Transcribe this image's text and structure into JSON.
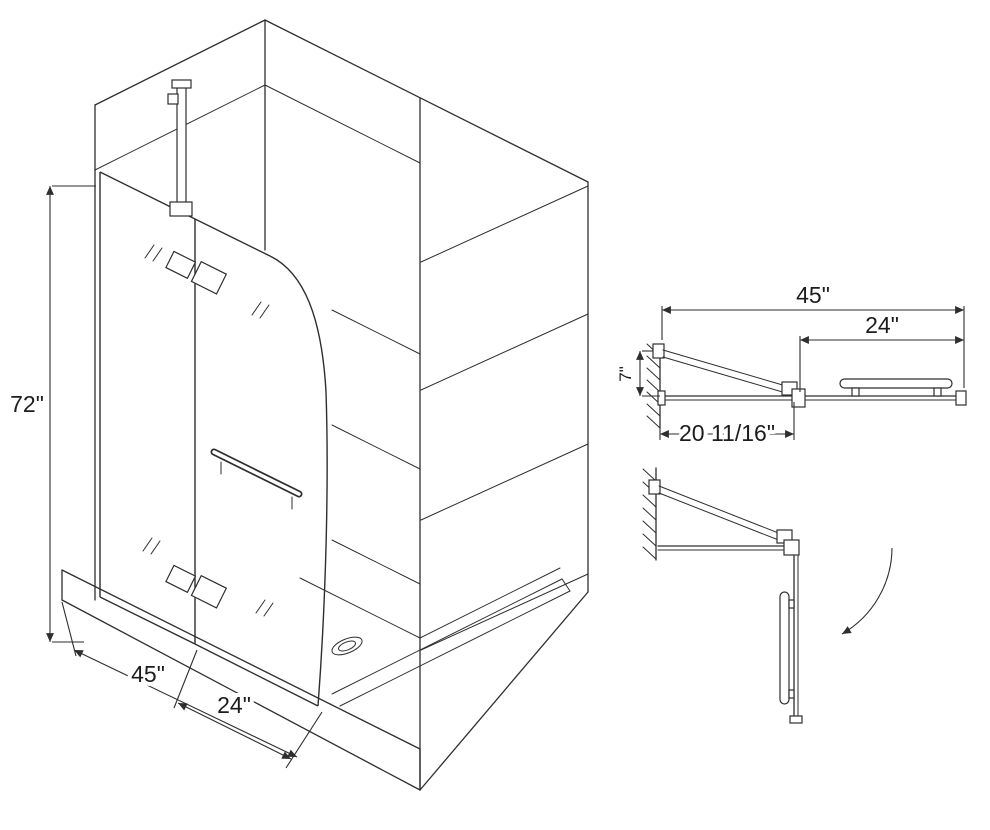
{
  "drawing": {
    "iso": {
      "height_label": "72\"",
      "width_label": "45\"",
      "door_width_label": "24\""
    },
    "plan_closed": {
      "width_label": "45\"",
      "door_width_label": "24\"",
      "panel_label": "20 11/16\"",
      "offset_label": "7\""
    }
  },
  "icons": {
    "swing_direction": "curved-arrow",
    "wall_section": "hatch-lines",
    "drain": "double-ellipse"
  },
  "colors": {
    "line": "#2e2e2e",
    "background": "#ffffff"
  }
}
